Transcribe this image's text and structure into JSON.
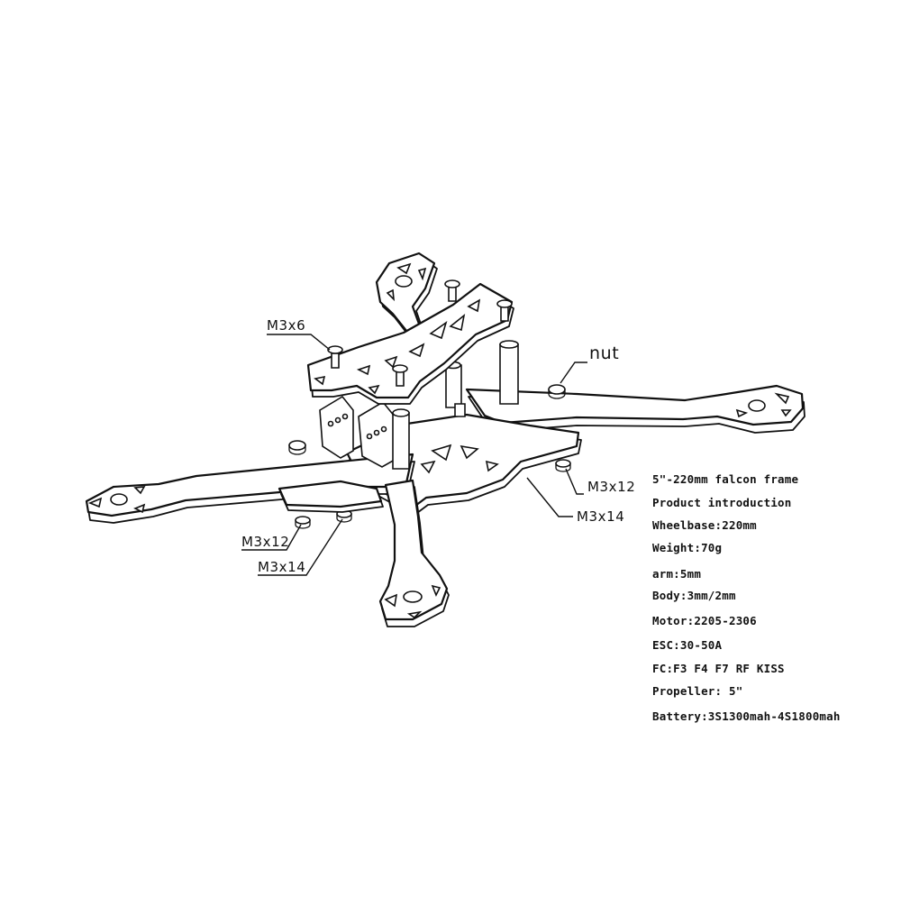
{
  "callouts": {
    "top_screw": "M3x6",
    "nut": "nut",
    "right_m3x12": "M3x12",
    "right_m3x14": "M3x14",
    "left_m3x12": "M3x12",
    "left_m3x14": "M3x14"
  },
  "specs": [
    "5\"-220mm falcon frame",
    "Product introduction",
    "Wheelbase:220mm",
    "Weight:70g",
    "arm:5mm",
    "Body:3mm/2mm",
    "Motor:2205-2306",
    "ESC:30-50A",
    "FC:F3 F4 F7 RF KISS",
    "Propeller: 5\"",
    "Battery:3S1300mah-4S1800mah"
  ]
}
